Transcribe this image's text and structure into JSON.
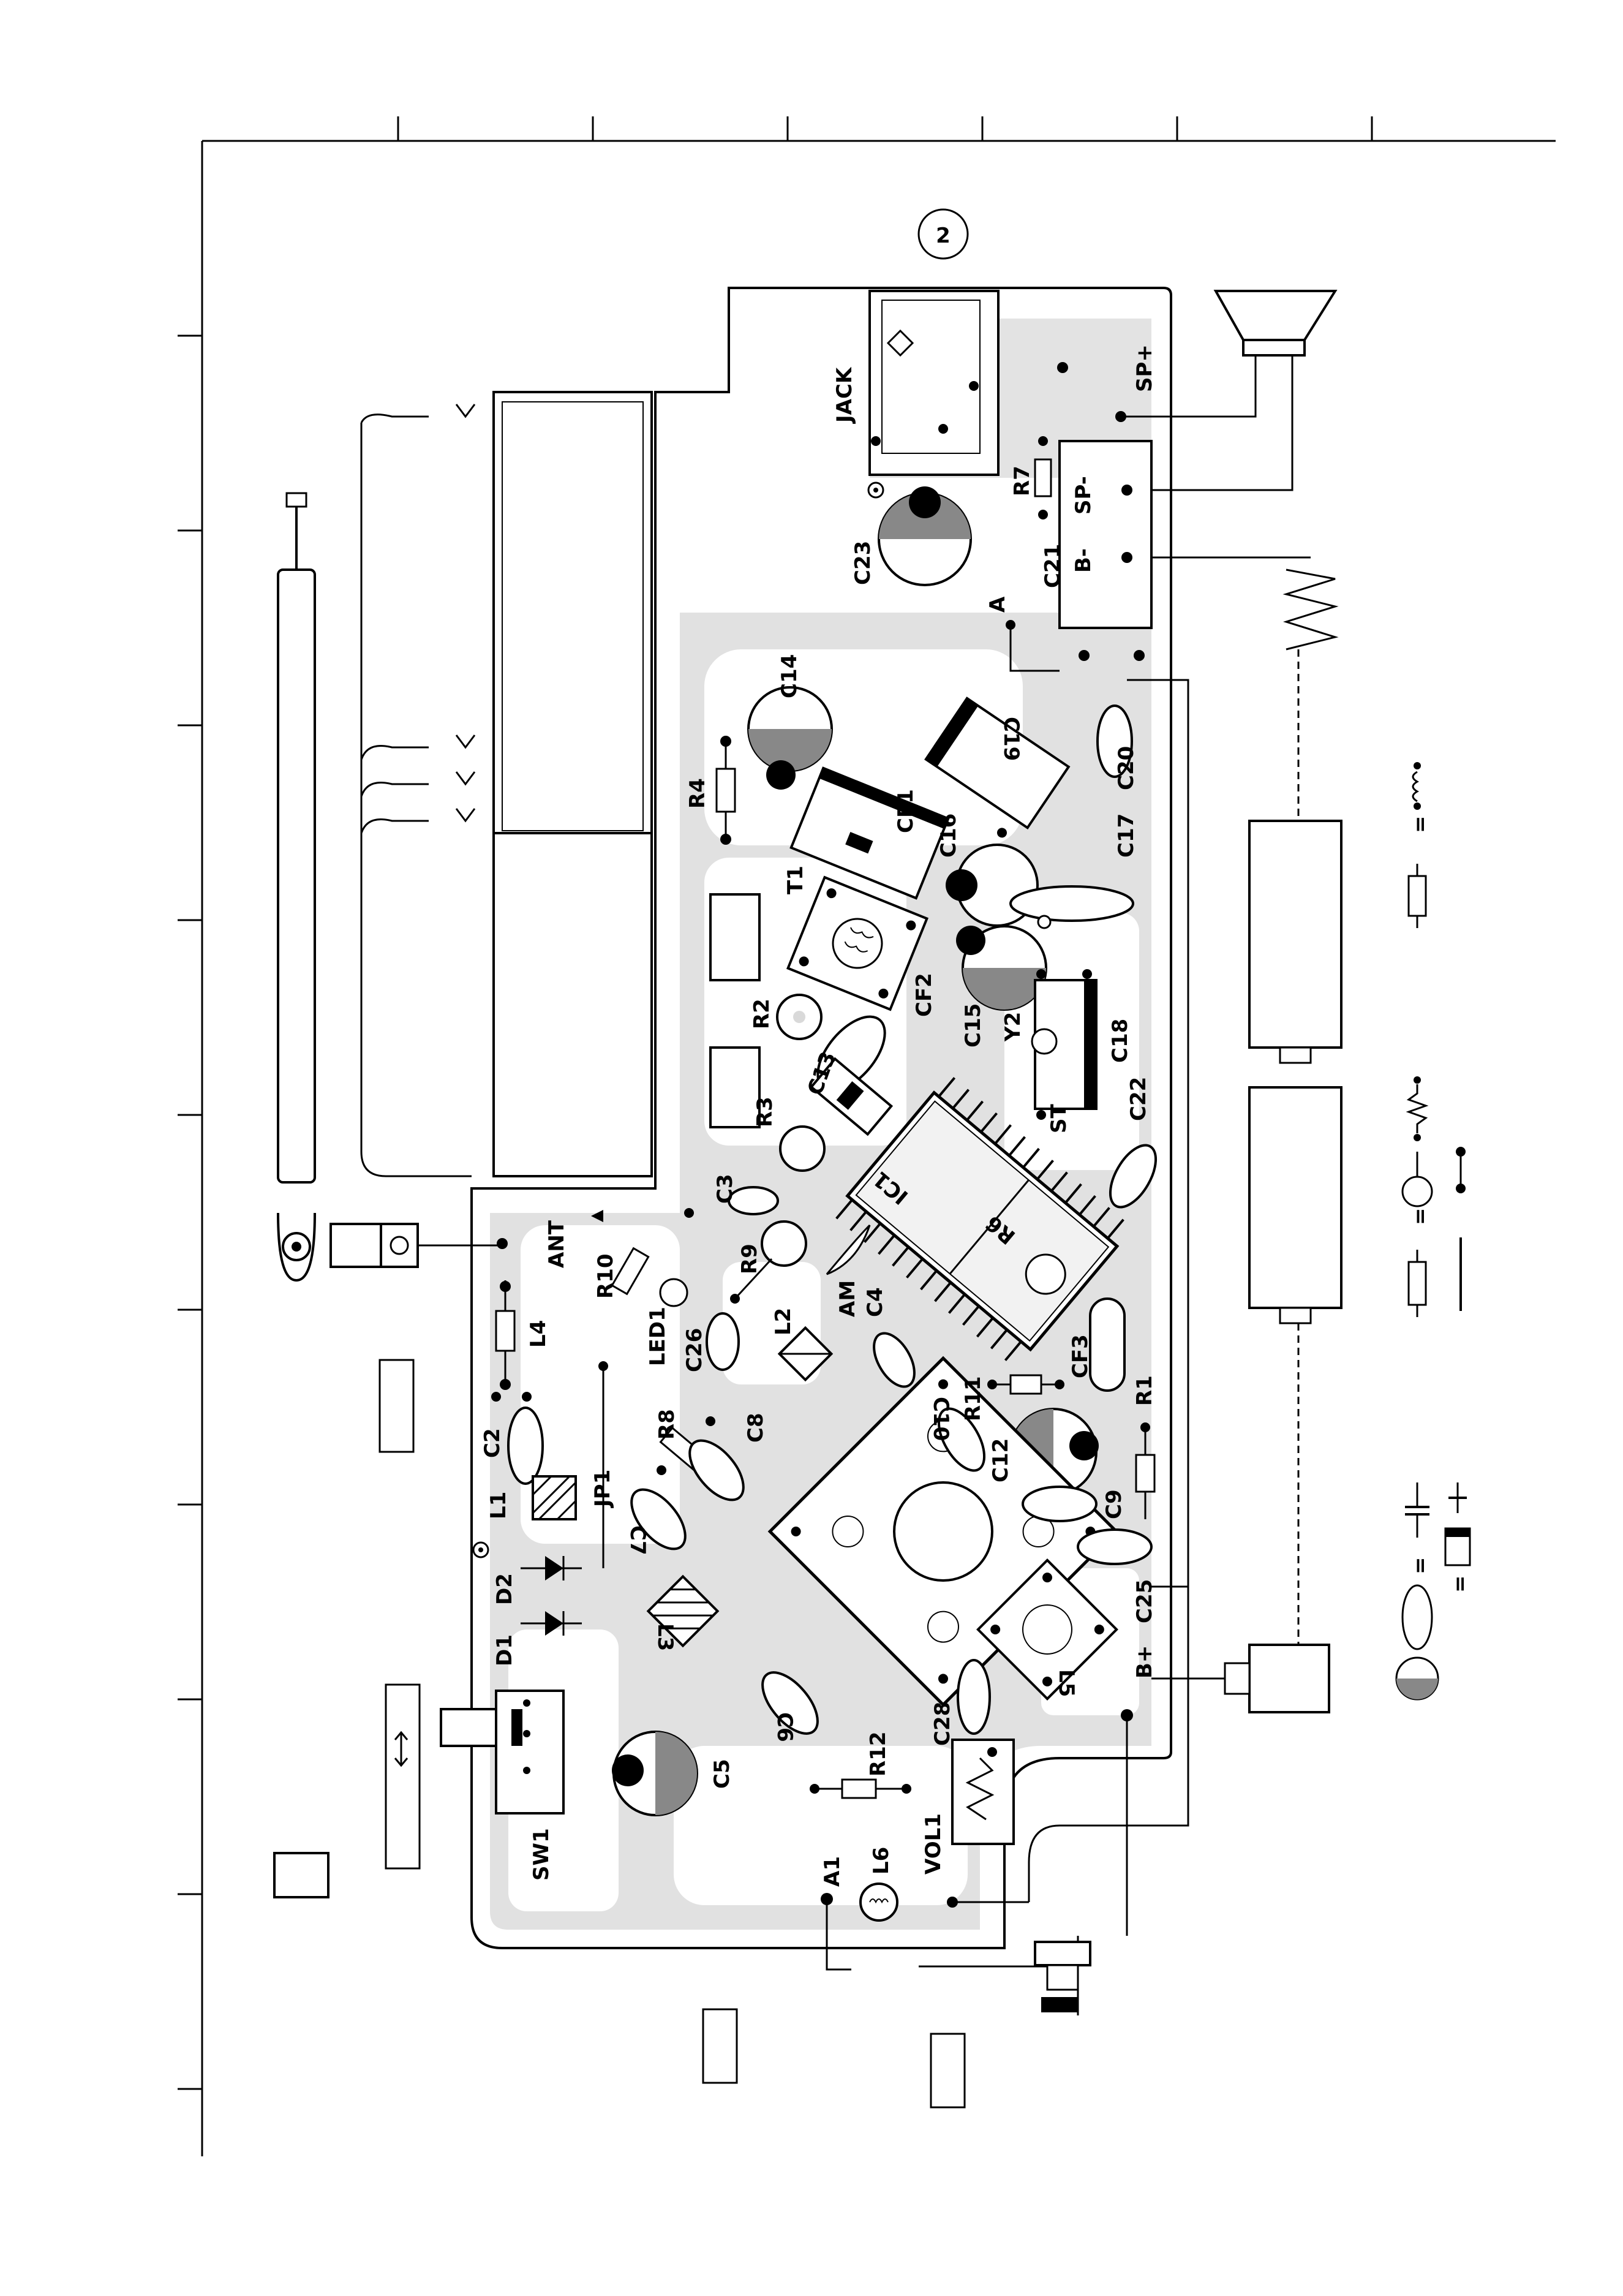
{
  "page_number": "2",
  "labels": {
    "jack": "JACK",
    "sp_plus": "SP+",
    "sp_minus": "SP-",
    "b_minus": "B-",
    "b_plus": "B+",
    "r7": "R7",
    "c21": "C21",
    "c23": "C23",
    "a": "A",
    "c14": "C14",
    "r4": "R4",
    "cf1": "CF1",
    "c19": "C19",
    "c16": "C16",
    "c20": "C20",
    "t1": "T1",
    "c17": "C17",
    "r2": "R2",
    "cf2": "CF2",
    "c15": "C15",
    "y2": "Y2",
    "c18": "C18",
    "c13": "C13",
    "r3": "R3",
    "st": "ST",
    "c22": "C22",
    "c3": "C3",
    "ic1": "IC1",
    "r6": "R6",
    "r9": "R9",
    "ant": "ANT",
    "r10": "R10",
    "led1": "LED1",
    "am": "AM",
    "c4": "C4",
    "l4": "L4",
    "l2": "L2",
    "c26": "C26",
    "cf3": "CF3",
    "r1": "R1",
    "r11": "R11",
    "c10": "C10",
    "c12": "C12",
    "r8": "R8",
    "c8": "C8",
    "c2": "C2",
    "jp1": "JP1",
    "l1": "L1",
    "c7": "C7",
    "c9": "C9",
    "c25": "C25",
    "d2": "D2",
    "d1": "D1",
    "l3": "L3",
    "l5": "L5",
    "c28": "C28",
    "c6": "C6",
    "r12": "R12",
    "c5": "C5",
    "sw1": "SW1",
    "vol1": "VOL1",
    "a1": "A1",
    "l6": "L6"
  },
  "legend": {
    "resistor_eq": "=",
    "wire_eq": "=",
    "cap_eq": "=",
    "elec_cap_eq": "="
  },
  "colors": {
    "ink": "#000000",
    "copper_trace": "#d9d9d9",
    "paper": "#ffffff"
  },
  "icons": [
    "telescopic-antenna-icon",
    "speaker-icon",
    "battery-icon",
    "switch-arrow-icon",
    "resistor-symbol-icon",
    "wire-jumper-symbol-icon",
    "capacitor-symbol-icon",
    "electrolytic-capacitor-symbol-icon",
    "inductor-symbol-icon"
  ]
}
